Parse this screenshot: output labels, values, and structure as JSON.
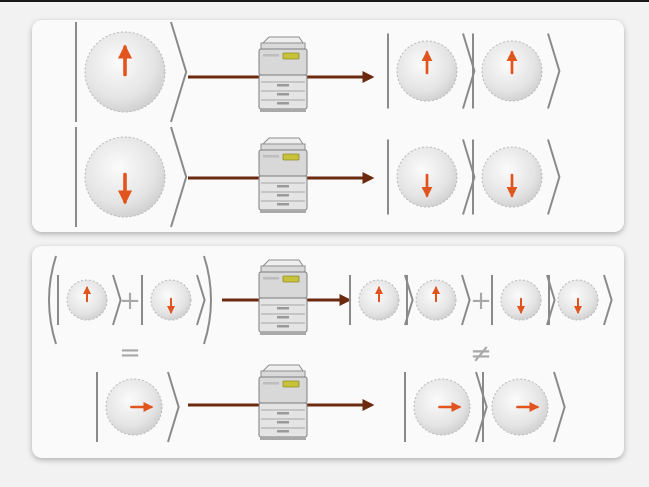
{
  "colors": {
    "arrow_orange": "#e2541d",
    "arrow_dark": "#6b2a10",
    "ket_bracket": "#8a8a8a",
    "bloch_fill": "#e6e6e6",
    "symbol_gray": "#a8a8a8",
    "copier_body": "#d8d8d8",
    "copier_accent": "#c8c23a"
  },
  "icons": [
    "bloch-sphere-icon",
    "photocopier-icon",
    "copy-arrow-icon"
  ],
  "symbols": {
    "plus": "+",
    "equals": "=",
    "not_equals": "≠"
  },
  "states": {
    "up": "up",
    "down": "down",
    "right": "right"
  }
}
